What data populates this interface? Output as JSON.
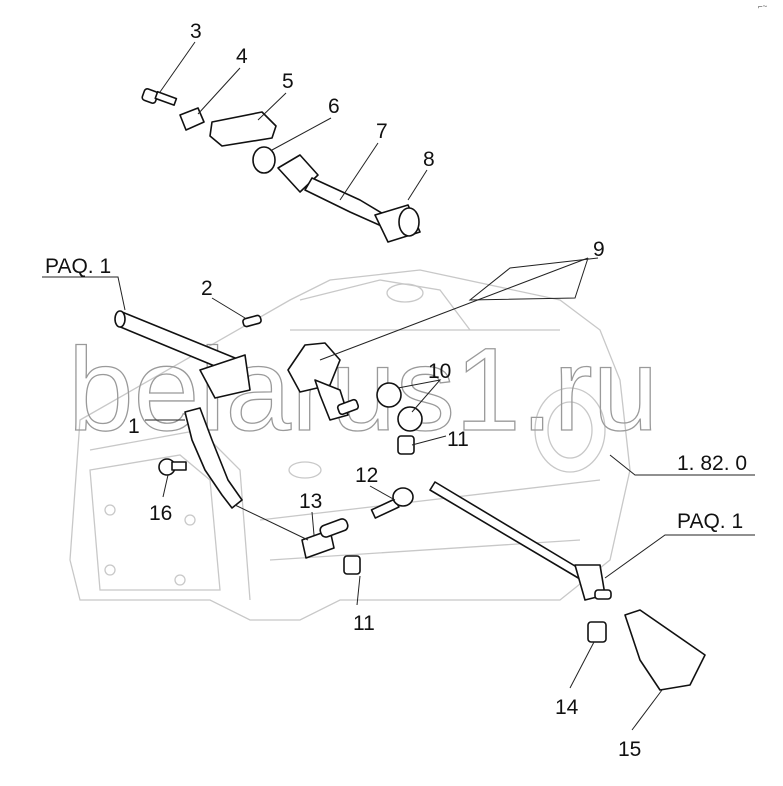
{
  "watermark": "belarus1.ru",
  "corner_mark": "⌐~",
  "callouts": {
    "c3": "3",
    "c4": "4",
    "c5": "5",
    "c6": "6",
    "c7": "7",
    "c8": "8",
    "paq_left": "PAQ. 1",
    "c2": "2",
    "c9": "9",
    "c10": "10",
    "c1": "1",
    "c11a": "11",
    "ref_1820": "1. 82. 0",
    "c12": "12",
    "c16": "16",
    "c13": "13",
    "c11b": "11",
    "paq_right": "PAQ. 1",
    "c14": "14",
    "c15": "15"
  }
}
